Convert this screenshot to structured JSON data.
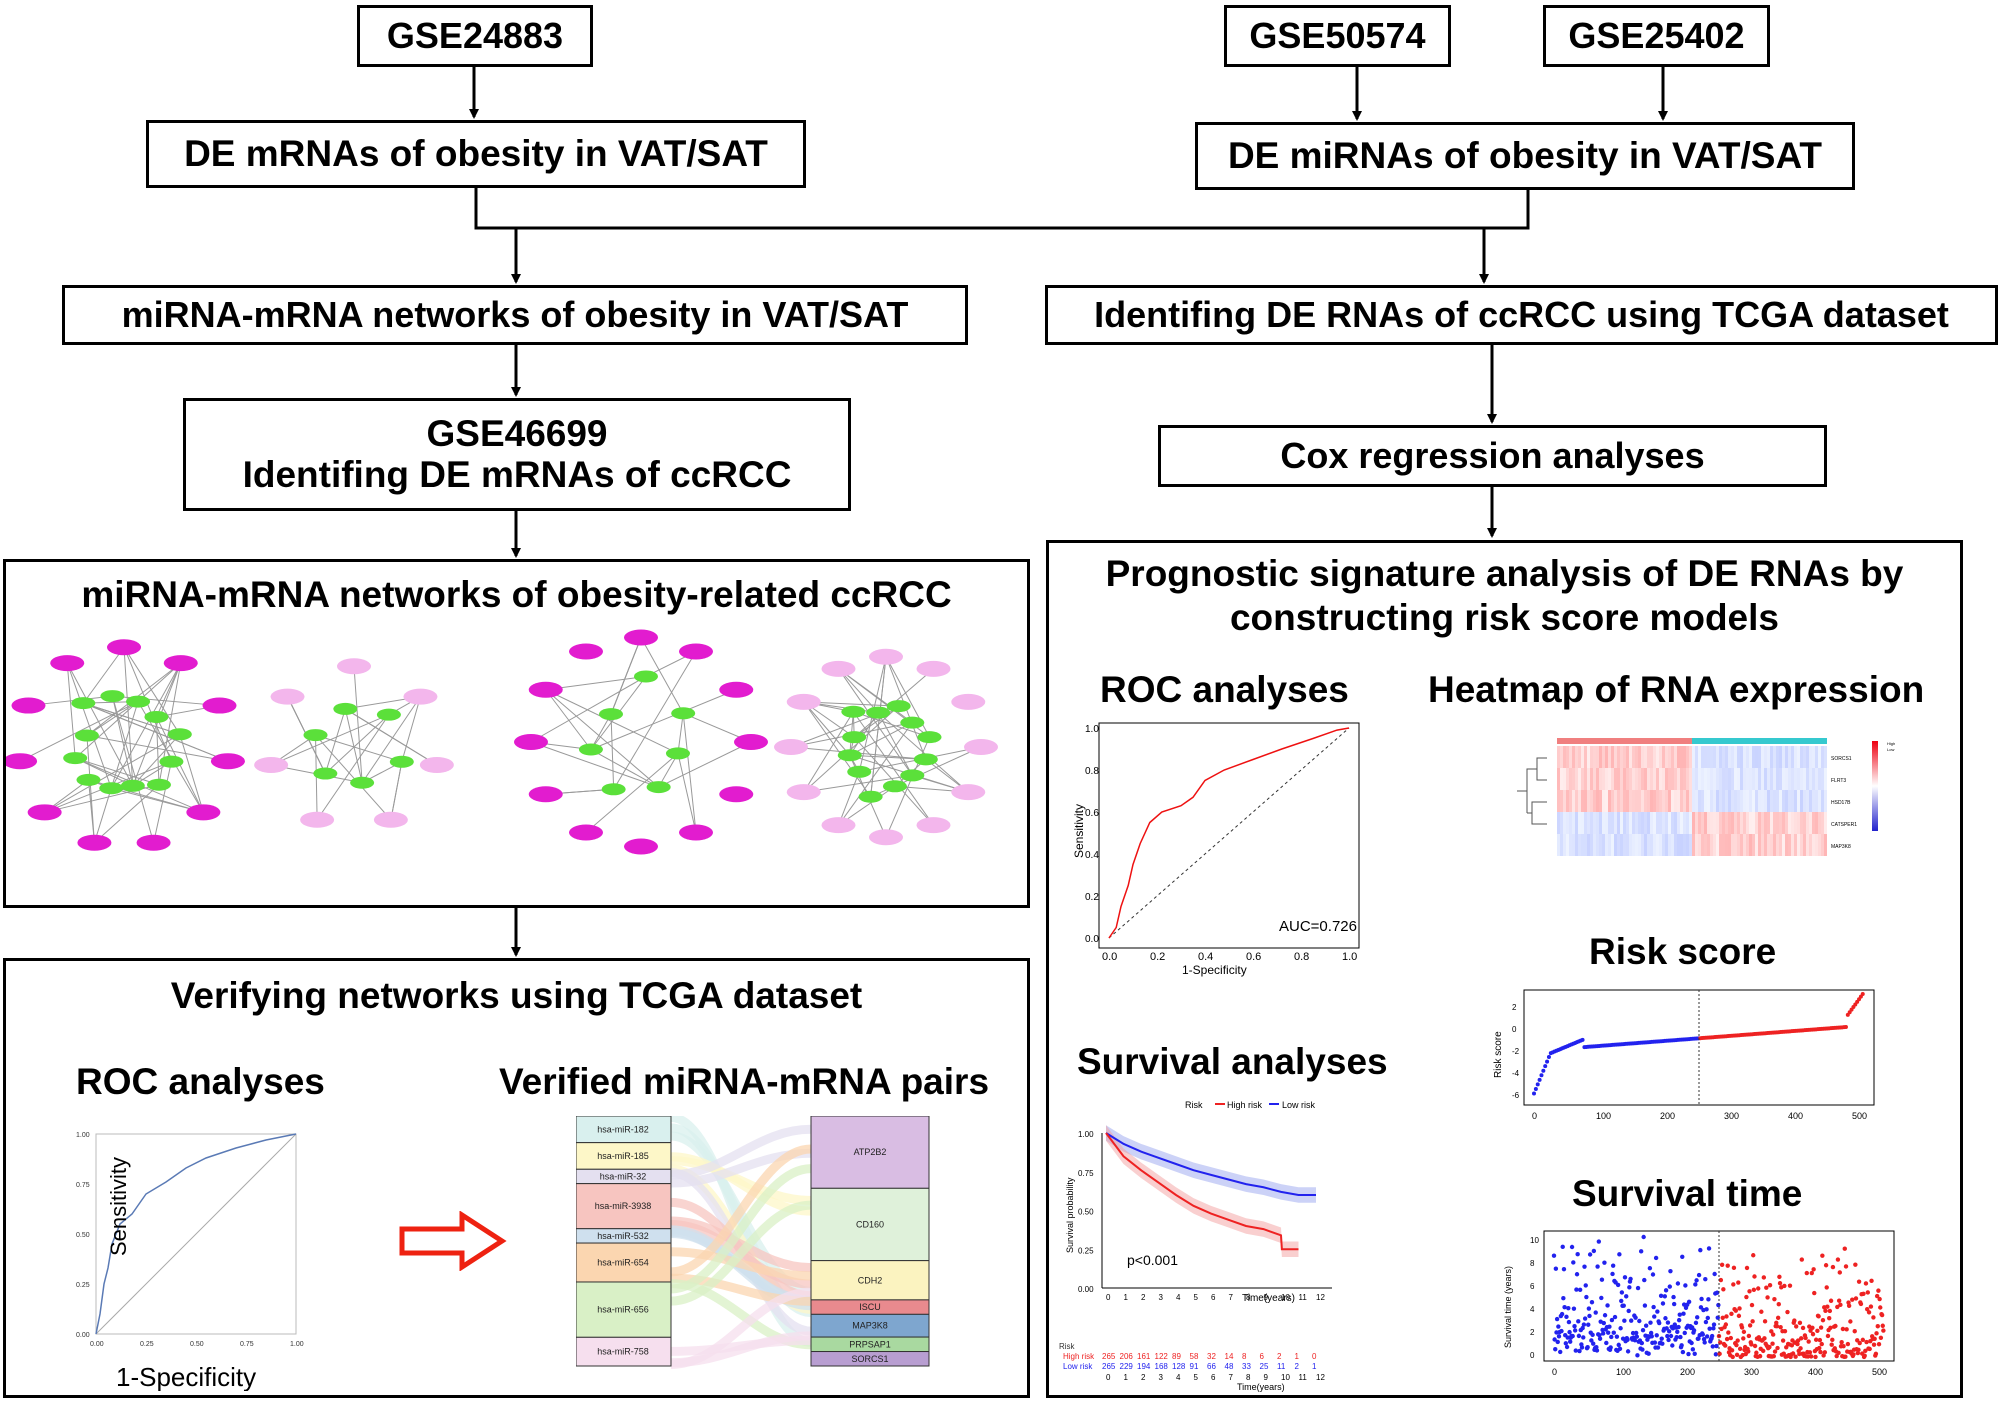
{
  "datasets": {
    "gse24883": "GSE24883",
    "gse50574": "GSE50574",
    "gse25402": "GSE25402"
  },
  "steps": {
    "de_mrnas": "DE mRNAs of obesity in VAT/SAT",
    "de_mirnas": "DE miRNAs of obesity in VAT/SAT",
    "networks_obesity": "miRNA-mRNA networks of obesity in VAT/SAT",
    "identify_tcga": "Identifing DE RNAs of ccRCC using TCGA dataset",
    "gse46699_line1": "GSE46699",
    "gse46699_line2": "Identifing DE mRNAs of ccRCC",
    "cox": "Cox regression analyses"
  },
  "network_panel": {
    "title": "miRNA-mRNA networks of obesity-related ccRCC"
  },
  "verify_panel": {
    "title": "Verifying networks using TCGA dataset",
    "roc_title": "ROC analyses",
    "pairs_title": "Verified miRNA-mRNA pairs",
    "roc_xlabel": "1-Specificity",
    "roc_ylabel": "Sensitivity",
    "roc_ticks": [
      "0.00",
      "0.25",
      "0.50",
      "0.75",
      "1.00"
    ],
    "mirnas": [
      "hsa-miR-182",
      "hsa-miR-185",
      "hsa-miR-32",
      "hsa-miR-3938",
      "hsa-miR-532",
      "hsa-miR-654",
      "hsa-miR-656",
      "hsa-miR-758"
    ],
    "mrnas": [
      "ATP2B2",
      "CD160",
      "CDH2",
      "ISCU",
      "MAP3K8",
      "PRPSAP1",
      "SORCS1"
    ]
  },
  "prognostic_panel": {
    "title_line1": "Prognostic signature analysis of DE RNAs by",
    "title_line2": "constructing risk score models",
    "roc_title": "ROC analyses",
    "roc_auc": "AUC=0.726",
    "roc_xlabel": "1-Specificity",
    "roc_ylabel": "Sensitivity",
    "roc_ticks": [
      "0.0",
      "0.2",
      "0.4",
      "0.6",
      "0.8",
      "1.0"
    ],
    "heatmap_title": "Heatmap of RNA expression",
    "heatmap_genes": [
      "SORCS1",
      "FLRT3",
      "HSD17B",
      "CATSPER1",
      "MAP3K8"
    ],
    "heatmap_legend": [
      "High",
      "Low"
    ],
    "risk_title": "Risk score",
    "risk_ylabel": "Risk score",
    "risk_xticks": [
      "0",
      "100",
      "200",
      "300",
      "400",
      "500"
    ],
    "risk_yticks": [
      "2",
      "0",
      "-2",
      "-4",
      "-6"
    ],
    "survival_title": "Survival analyses",
    "survival_legend_title": "Risk",
    "survival_legend_high": "High risk",
    "survival_legend_low": "Low risk",
    "survival_ylabel": "Survival probability",
    "survival_xlabel": "Time(years)",
    "survival_pvalue": "p<0.001",
    "survival_yticks": [
      "1.00",
      "0.75",
      "0.50",
      "0.25",
      "0.00"
    ],
    "survival_xticks": [
      "0",
      "1",
      "2",
      "3",
      "4",
      "5",
      "6",
      "7",
      "8",
      "9",
      "10",
      "11",
      "12"
    ],
    "risk_table_label": "Risk",
    "risk_table_high_label": "High risk",
    "risk_table_low_label": "Low risk",
    "risk_table_high": [
      "265",
      "206",
      "161",
      "122",
      "89",
      "58",
      "32",
      "14",
      "8",
      "6",
      "2",
      "1",
      "0"
    ],
    "risk_table_low": [
      "265",
      "229",
      "194",
      "168",
      "128",
      "91",
      "66",
      "48",
      "33",
      "25",
      "11",
      "2",
      "1"
    ],
    "survtime_title": "Survival time",
    "survtime_ylabel": "Survival time (years)",
    "survtime_xticks": [
      "0",
      "100",
      "200",
      "300",
      "400",
      "500"
    ],
    "survtime_yticks": [
      "10",
      "8",
      "6",
      "4",
      "2",
      "0"
    ]
  },
  "colors": {
    "high_risk": "#ee2222",
    "low_risk": "#2222ee",
    "mirna_node": "#e21ccf",
    "mrna_node": "#5be03a"
  }
}
